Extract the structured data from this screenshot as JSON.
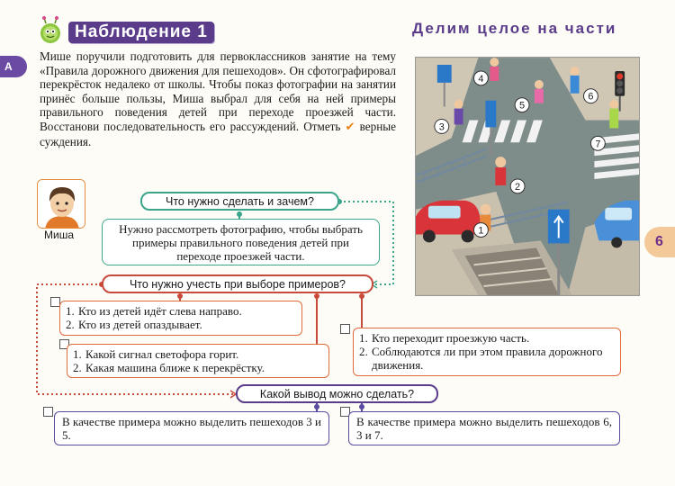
{
  "header": {
    "title": "Наблюдение 1",
    "section": "Делим целое на части",
    "side_tab": "A",
    "page_tab": "6"
  },
  "intro": {
    "text_before_mark": "Мише поручили подготовить для первоклассников занятие на тему «Правила дорожного движения для пешеходов». Он сфотографировал перекрёсток недалеко от школы. Чтобы показ фотографии на занятии при­нёс больше пользы, Миша выбрал для себя на ней примеры правильного поведения детей при переходе проезжей части. Восстанови последовательность его рассуждений. Отметь",
    "mark": "✔",
    "text_after_mark": "верные суждения."
  },
  "character": {
    "name": "Миша"
  },
  "photo": {
    "labels": [
      "1",
      "2",
      "3",
      "4",
      "5",
      "6",
      "7"
    ]
  },
  "flow": {
    "q1": "Что нужно сделать и зачем?",
    "a1": "Нужно рассмотреть фотографию, чтобы выбрать примеры правильного поведения детей при переходе проезжей части.",
    "q2": "Что нужно учесть при выборе примеров?",
    "options": [
      {
        "items": [
          "Кто из детей идёт слева направо.",
          "Кто из детей опаздывает."
        ]
      },
      {
        "items": [
          "Какой сигнал светофора горит.",
          "Какая машина ближе к перекрёстку."
        ]
      },
      {
        "items": [
          "Кто переходит проезжую часть.",
          "Соблюдаются ли при этом правила дорожного движения."
        ]
      }
    ],
    "q3": "Какой вывод можно сделать?",
    "conclusions": [
      "В качестве примера можно выделить пешеходов 3 и 5.",
      "В качестве примера можно выделить пешеходов 6, 3 и 7."
    ]
  },
  "colors": {
    "purple": "#5a3c8a",
    "green": "#3aa58a",
    "red": "#c84a3a",
    "orange": "#e06a3a",
    "check": "#e8821a"
  }
}
